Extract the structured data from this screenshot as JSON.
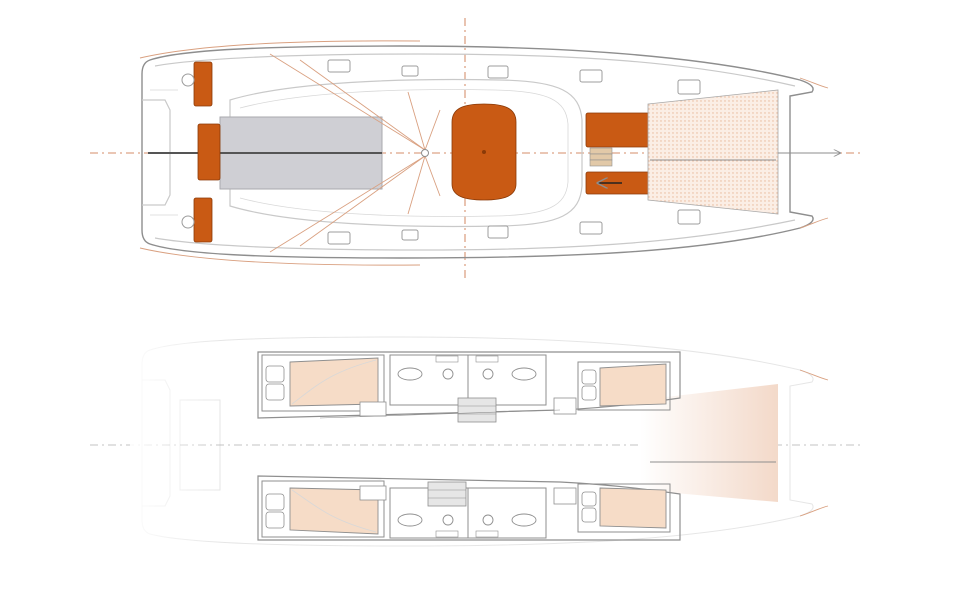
{
  "colors": {
    "background": "#ffffff",
    "cushion": "#c95a14",
    "cushion_dark": "#8a3a08",
    "boom_grey": "#cfcfd4",
    "berth_fill": "#f6dcc7",
    "net_fill": "#f3d9c9",
    "axis_orange": "#c86a3a",
    "hull_outline": "#8e8e8e"
  },
  "icons": {
    "forward_arrow": "arrow-right-icon",
    "companionway_arrow": "arrow-left-icon"
  },
  "plans": [
    {
      "id": "deck-plan",
      "view": "deck"
    },
    {
      "id": "accommodation-plan",
      "view": "interior"
    }
  ]
}
